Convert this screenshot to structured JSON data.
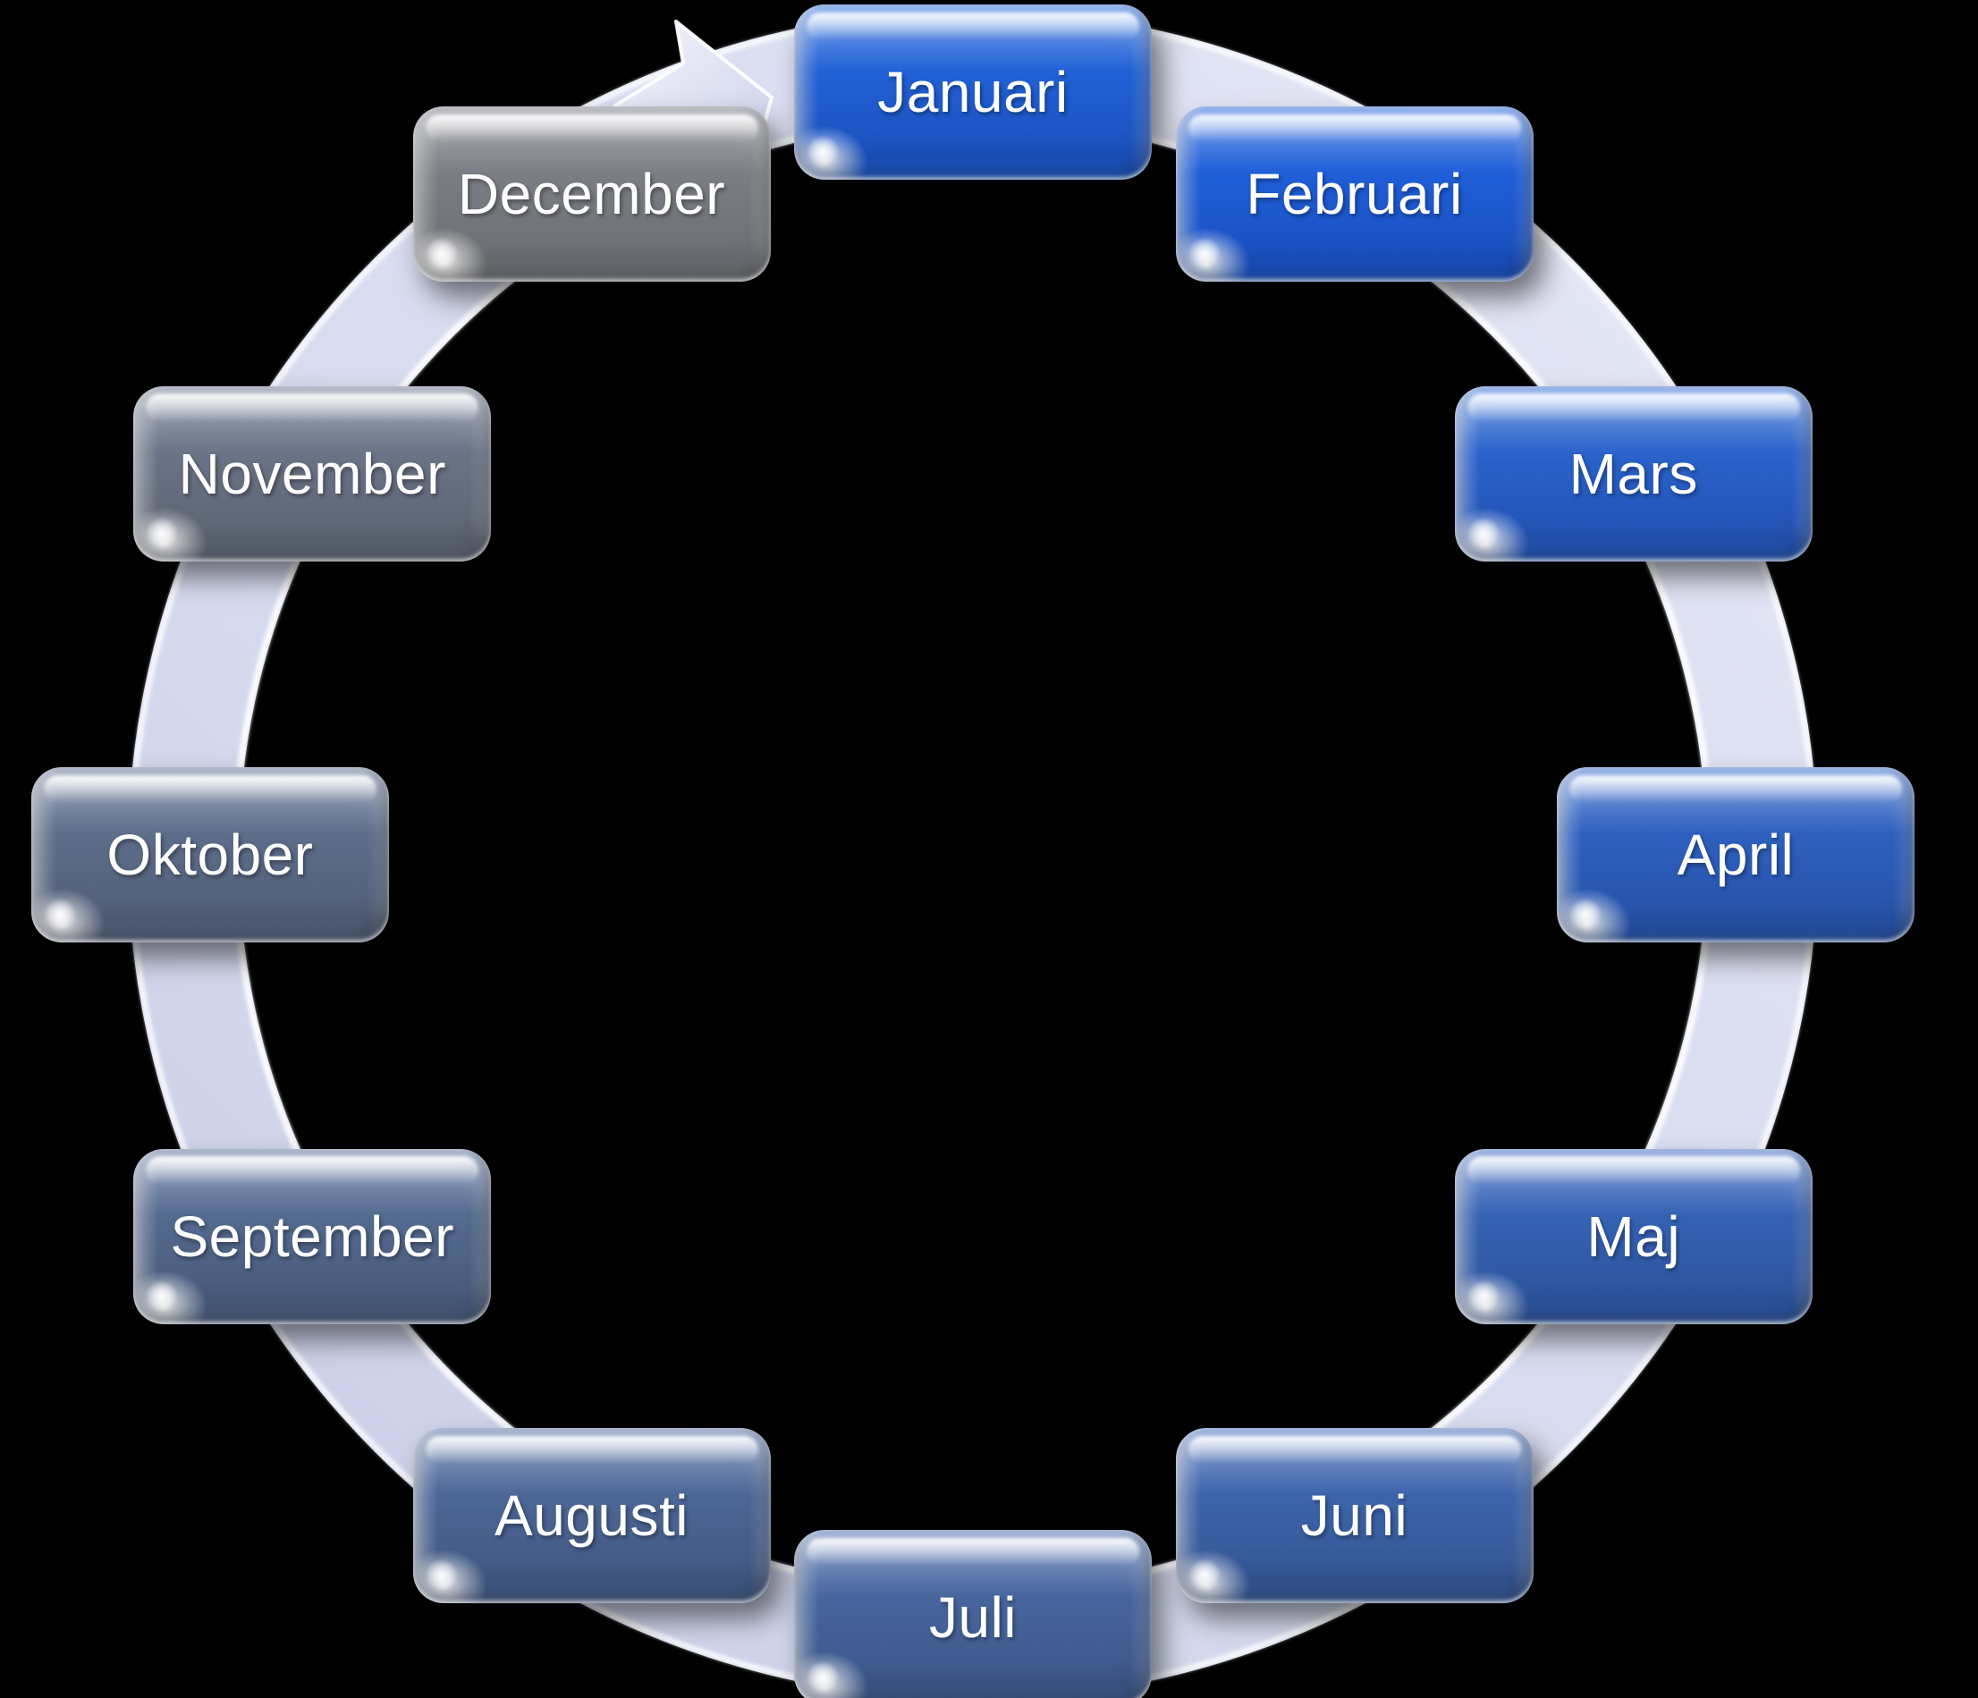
{
  "background_color": "#000000",
  "text_color": "#ffffff",
  "ring": {
    "fill": "#d8dcf0",
    "edge_highlight": "#ffffff"
  },
  "arrow": {
    "name": "clockwise-arrow-head",
    "fill": "#e1e4f4",
    "edge": "#ffffff"
  },
  "cycle": {
    "type": "cycle-diagram",
    "direction": "clockwise",
    "items": [
      {
        "label": "Januari",
        "color_top": "#7ea6ed",
        "color_base": "#2161d6",
        "color_bottom": "#1b51bd"
      },
      {
        "label": "Februari",
        "color_top": "#7aa2ec",
        "color_base": "#1f5ed8",
        "color_bottom": "#1a50c0"
      },
      {
        "label": "Mars",
        "color_top": "#81a6e8",
        "color_base": "#2a62cb",
        "color_bottom": "#2353b4"
      },
      {
        "label": "April",
        "color_top": "#83a4e2",
        "color_base": "#2e60bf",
        "color_bottom": "#2753a9"
      },
      {
        "label": "Maj",
        "color_top": "#87a3dc",
        "color_base": "#3562b3",
        "color_bottom": "#2d549e"
      },
      {
        "label": "Juni",
        "color_top": "#8ca4d6",
        "color_base": "#3d64aa",
        "color_bottom": "#345694"
      },
      {
        "label": "Juli",
        "color_top": "#91a5cf",
        "color_base": "#47669e",
        "color_bottom": "#3d578a"
      },
      {
        "label": "Augusti",
        "color_top": "#94a5ca",
        "color_base": "#4c6796",
        "color_bottom": "#425883"
      },
      {
        "label": "September",
        "color_top": "#98a7c4",
        "color_base": "#546a8f",
        "color_bottom": "#495b7c"
      },
      {
        "label": "Oktober",
        "color_top": "#9da9bf",
        "color_base": "#5d6d8a",
        "color_bottom": "#515e77"
      },
      {
        "label": "November",
        "color_top": "#a4abbc",
        "color_base": "#6a7487",
        "color_bottom": "#5d6573"
      },
      {
        "label": "December",
        "color_top": "#aeb0b6",
        "color_base": "#7b7e84",
        "color_bottom": "#6c6f74"
      }
    ]
  }
}
